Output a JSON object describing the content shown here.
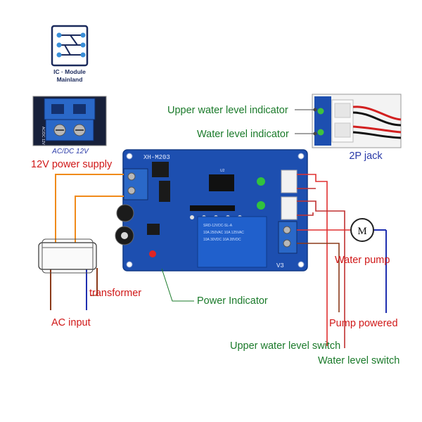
{
  "logo": {
    "line1": "IC · Module",
    "line2": "Mainland",
    "icon": "circuit-chip-icon"
  },
  "inset_left": {
    "caption": "AC/DC 12V",
    "side_label": "AC/DC 12V"
  },
  "inset_right": {
    "caption": "2P jack"
  },
  "board": {
    "model": "XH-M203",
    "version": "V3",
    "relay_text": [
      "SRD-12VDC-SL-A",
      "10A 250VAC 10A 125VAC",
      "10A 30VDC 10A 28VDC"
    ],
    "ic_label": "U2"
  },
  "labels": {
    "power_supply": "12V power supply",
    "transformer": "transformer",
    "ac_input": "AC input",
    "power_indicator": "Power Indicator",
    "upper_indicator": "Upper water level indicator",
    "level_indicator": "Water level indicator",
    "jack": "2P jack",
    "water_pump": "Water pump",
    "pump_powered": "Pump powered",
    "upper_switch": "Upper water level switch",
    "level_switch": "Water level switch",
    "motor_symbol": "M"
  },
  "colors": {
    "green_label": "#1a7a2a",
    "red_label": "#d01818",
    "blue_label": "#2a3aa8",
    "wire_orange": "#f08a1a",
    "wire_brown": "#8b3a1a",
    "wire_blue": "#1f2fb0",
    "wire_red": "#e03030",
    "pcb_blue": "#1d4fb0"
  }
}
